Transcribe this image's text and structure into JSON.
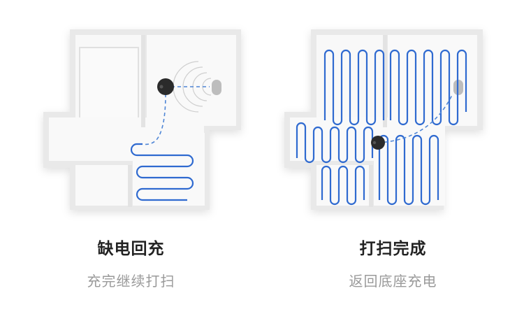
{
  "panels": [
    {
      "title": "缺电回充",
      "subtitle": "充完继续打扫"
    },
    {
      "title": "打扫完成",
      "subtitle": "返回底座充电"
    }
  ],
  "colors": {
    "background": "#ffffff",
    "wall": "#e6e6e6",
    "floor": "#f7f7f7",
    "path": "#2f6ad0",
    "dashed_path": "#4f86d6",
    "robot": "#2b2b2b",
    "title": "#222222",
    "subtitle": "#9a9a9a"
  },
  "icons": [
    "robot-vacuum-icon",
    "charging-dock-icon",
    "signal-waves-icon"
  ]
}
